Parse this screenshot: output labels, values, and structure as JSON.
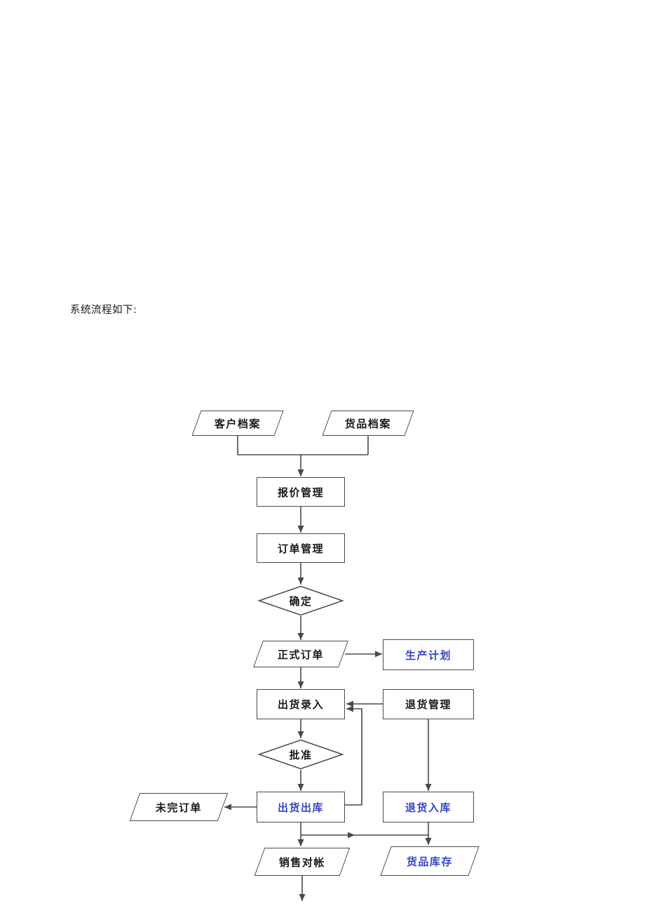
{
  "heading": "系统流程如下:",
  "colors": {
    "line": "#4a4a4a",
    "node_border": "#4a4a4a",
    "text": "#1a1a1a",
    "accent_blue": "#3545c4"
  },
  "nodes": {
    "customer_archive": {
      "label": "客户档案",
      "shape": "parallelogram",
      "text_color": "#1a1a1a"
    },
    "goods_archive": {
      "label": "货品档案",
      "shape": "parallelogram",
      "text_color": "#1a1a1a"
    },
    "quote_mgmt": {
      "label": "报价管理",
      "shape": "rect",
      "text_color": "#1a1a1a"
    },
    "order_mgmt": {
      "label": "订单管理",
      "shape": "rect",
      "text_color": "#1a1a1a"
    },
    "confirm": {
      "label": "确定",
      "shape": "diamond",
      "text_color": "#1a1a1a"
    },
    "formal_order": {
      "label": "正式订单",
      "shape": "parallelogram",
      "text_color": "#1a1a1a"
    },
    "production_plan": {
      "label": "生产计划",
      "shape": "rect",
      "text_color": "#3545c4"
    },
    "shipment_entry": {
      "label": "出货录入",
      "shape": "rect",
      "text_color": "#1a1a1a"
    },
    "return_mgmt": {
      "label": "退货管理",
      "shape": "rect",
      "text_color": "#1a1a1a"
    },
    "approve": {
      "label": "批准",
      "shape": "diamond",
      "text_color": "#1a1a1a"
    },
    "shipment_out": {
      "label": "出货出库",
      "shape": "rect",
      "text_color": "#3545c4"
    },
    "unfinished_order": {
      "label": "未完订单",
      "shape": "parallelogram",
      "text_color": "#1a1a1a"
    },
    "return_in": {
      "label": "退货入库",
      "shape": "rect",
      "text_color": "#3545c4"
    },
    "sales_reconciliation": {
      "label": "销售对帐",
      "shape": "parallelogram",
      "text_color": "#1a1a1a"
    },
    "goods_inventory": {
      "label": "货品库存",
      "shape": "parallelogram",
      "text_color": "#3545c4"
    }
  },
  "edges": [
    {
      "from": "customer_archive",
      "to": "quote_mgmt"
    },
    {
      "from": "goods_archive",
      "to": "quote_mgmt"
    },
    {
      "from": "quote_mgmt",
      "to": "order_mgmt"
    },
    {
      "from": "order_mgmt",
      "to": "confirm"
    },
    {
      "from": "confirm",
      "to": "formal_order"
    },
    {
      "from": "formal_order",
      "to": "production_plan"
    },
    {
      "from": "formal_order",
      "to": "shipment_entry"
    },
    {
      "from": "return_mgmt",
      "to": "shipment_entry"
    },
    {
      "from": "shipment_entry",
      "to": "approve"
    },
    {
      "from": "approve",
      "to": "shipment_out"
    },
    {
      "from": "shipment_out",
      "to": "unfinished_order"
    },
    {
      "from": "shipment_out",
      "to": "shipment_entry"
    },
    {
      "from": "return_mgmt",
      "to": "return_in"
    },
    {
      "from": "shipment_out",
      "to": "sales_reconciliation"
    },
    {
      "from": "shipment_out",
      "to": "goods_inventory"
    },
    {
      "from": "return_in",
      "to": "goods_inventory"
    },
    {
      "from": "sales_reconciliation",
      "to": "continues-below"
    }
  ]
}
